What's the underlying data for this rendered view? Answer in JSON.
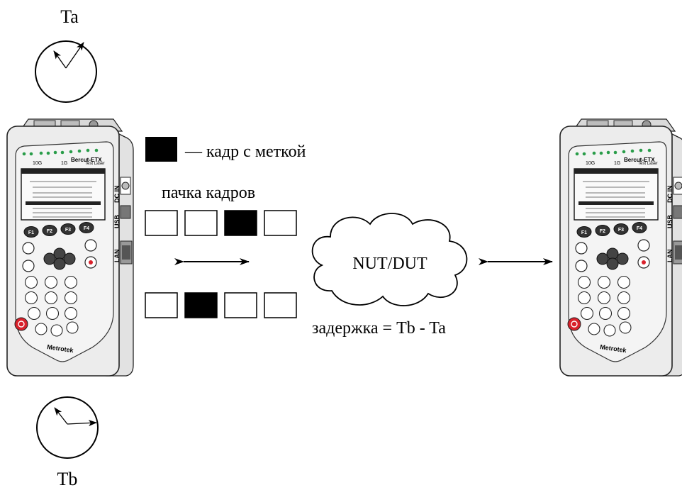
{
  "clock_a": {
    "label": "Ta"
  },
  "clock_b": {
    "label": "Tb"
  },
  "legend": {
    "marked_frame": "— кадр с меткой"
  },
  "burst": {
    "label": "пачка кадров",
    "row1": [
      "empty",
      "empty",
      "marked",
      "empty"
    ],
    "row2": [
      "empty",
      "marked",
      "empty",
      "empty"
    ]
  },
  "network": {
    "label": "NUT/DUT"
  },
  "delay": {
    "label": "задержка  = Tb - Ta"
  },
  "device": {
    "brand": "Bercut-ETX",
    "maker": "Metrotek",
    "port_dc": "DC IN",
    "port_usb": "USB",
    "port_lan": "LAN",
    "speed_1": "10G",
    "speed_2": "1G",
    "speed_3": "Test Laser",
    "keys_f": [
      "F1",
      "F2",
      "F3",
      "F4"
    ]
  },
  "colors": {
    "ink": "#000000",
    "device_body": "#ececec",
    "led": "#2a9d4a",
    "power": "#d9212b"
  }
}
